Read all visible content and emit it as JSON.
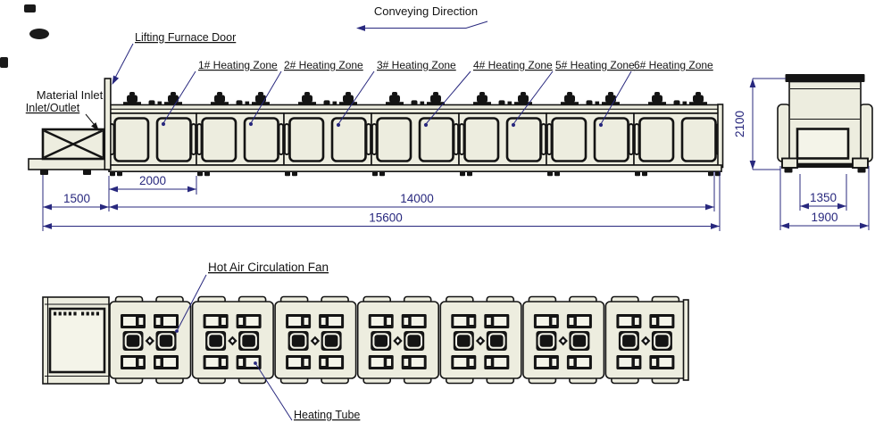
{
  "colors": {
    "body_fill": "#EDEDDF",
    "panel_fill": "#F4F4E9",
    "line": "#141414",
    "dimension": "#28287E"
  },
  "conveying_direction": {
    "label": "Conveying Direction"
  },
  "side_view": {
    "lifting_door_label": "Lifting Furnace Door",
    "material_inlet_line1": "Material Inlet",
    "material_inlet_line2": "Inlet/Outlet",
    "zones": [
      {
        "label": "1# Heating Zone"
      },
      {
        "label": "2# Heating Zone"
      },
      {
        "label": "3# Heating Zone"
      },
      {
        "label": "4# Heating Zone"
      },
      {
        "label": "5# Heating Zone"
      },
      {
        "label": "6# Heating Zone"
      }
    ],
    "dimensions": {
      "inlet_length": "1500",
      "zone_pitch": "2000",
      "heating_length": "14000",
      "total_length": "15600"
    }
  },
  "end_view": {
    "dimensions": {
      "height": "2100",
      "inner_width": "1350",
      "overall_width": "1900"
    }
  },
  "plan_view": {
    "fan_label": "Hot Air Circulation Fan",
    "tube_label": "Heating Tube"
  }
}
